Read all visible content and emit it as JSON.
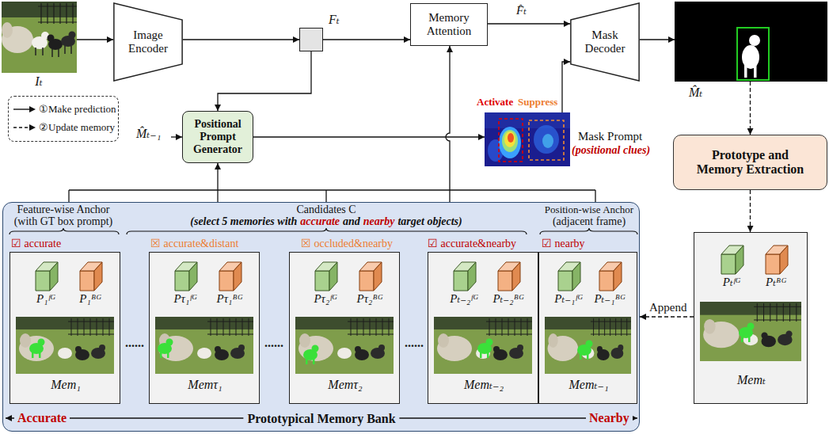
{
  "diagram": {
    "nodes": [
      {
        "text": [
          "Iₜ"
        ]
      },
      {
        "text": [
          "Image Encoder"
        ]
      },
      {
        "text": [
          "Fₜ"
        ]
      },
      {
        "text": [
          "Memory Attention"
        ]
      },
      {
        "text": [
          "Mask Decoder"
        ]
      },
      {
        "text": [
          "M̂ₜ"
        ]
      },
      {
        "text": [
          "Positional Prompt Generator"
        ]
      },
      {
        "text": [
          "Activate",
          "Suppress",
          "Mask Prompt",
          "(positional clues)"
        ]
      },
      {
        "text": [
          "Prototype and Memory Extraction"
        ]
      },
      {
        "text": [
          "Prototypical Memory Bank"
        ]
      },
      {
        "text": [
          "Mem₁"
        ],
        "in": 9
      },
      {
        "text": [
          "P₁ᶠᴳ"
        ],
        "in": 10
      },
      {
        "text": [
          "P₁ᴮᴳ"
        ],
        "in": 10
      },
      {
        "text": [
          "Memτ₁"
        ],
        "in": 9
      },
      {
        "text": [
          "Pτ₁ᶠᴳ"
        ],
        "in": 13
      },
      {
        "text": [
          "Pτ₁ᴮᴳ"
        ],
        "in": 13
      },
      {
        "text": [
          "Memτ₂"
        ],
        "in": 9
      },
      {
        "text": [
          "Pτ₂ᶠᴳ"
        ],
        "in": 16
      },
      {
        "text": [
          "Pτ₂ᴮᴳ"
        ],
        "in": 16
      },
      {
        "text": [
          "Memₜ₋₂"
        ],
        "in": 9
      },
      {
        "text": [
          "Pₜ₋₂ᶠᴳ"
        ],
        "in": 19
      },
      {
        "text": [
          "Pₜ₋₂ᴮᴳ"
        ],
        "in": 19
      },
      {
        "text": [
          "Memₜ₋₁"
        ],
        "in": 9
      },
      {
        "text": [
          "Pₜ₋₁ᶠᴳ"
        ],
        "in": 22
      },
      {
        "text": [
          "Pₜ₋₁ᴮᴳ"
        ],
        "in": 22
      },
      {
        "text": [
          "Memₜ"
        ]
      },
      {
        "text": [
          "Pₜᶠᴳ"
        ],
        "in": 25
      },
      {
        "text": [
          "Pₜᴮᴳ"
        ],
        "in": 25
      }
    ],
    "edges": [
      {
        "from": 0,
        "to": 1,
        "arrow": "to"
      },
      {
        "from": 1,
        "to": 2,
        "arrow": "to"
      },
      {
        "from": 2,
        "to": 3,
        "arrow": "to"
      },
      {
        "from": 3,
        "to": 4,
        "label": "F̂ₜ",
        "arrow": "to"
      },
      {
        "from": 4,
        "to": 5,
        "arrow": "to"
      },
      {
        "from": 2,
        "to": 6,
        "arrow": "to"
      },
      {
        "from": 6,
        "to": 7,
        "arrow": "to"
      },
      {
        "from": 7,
        "to": 4,
        "arrow": "to"
      },
      {
        "from": 9,
        "to": 6,
        "arrow": "to"
      },
      {
        "from": 9,
        "to": 3,
        "arrow": "to"
      },
      {
        "from": 5,
        "to": 8,
        "arrow": "to"
      },
      {
        "from": 8,
        "to": 25,
        "arrow": "to"
      },
      {
        "from": 25,
        "to": 9,
        "label": "Append",
        "arrow": "to"
      }
    ],
    "labels": [
      "M̂ₜ₋₁",
      "Feature-wise Anchor",
      "(with GT box prompt)",
      "Candidates C",
      "(select 5 memories with",
      "accurate",
      "and",
      "nearby",
      "target objects)",
      "Position-wise Anchor",
      "(adjacent frame)",
      "☑ accurate",
      "☒ accurate&distant",
      "☒ occluded&nearby",
      "☑ accurate&nearby",
      "☑ nearby",
      "......",
      "......",
      "......",
      "Accurate",
      "Nearby"
    ],
    "legend": [
      {
        "text": "①Make prediction"
      },
      {
        "text": "②Update memory"
      }
    ]
  }
}
